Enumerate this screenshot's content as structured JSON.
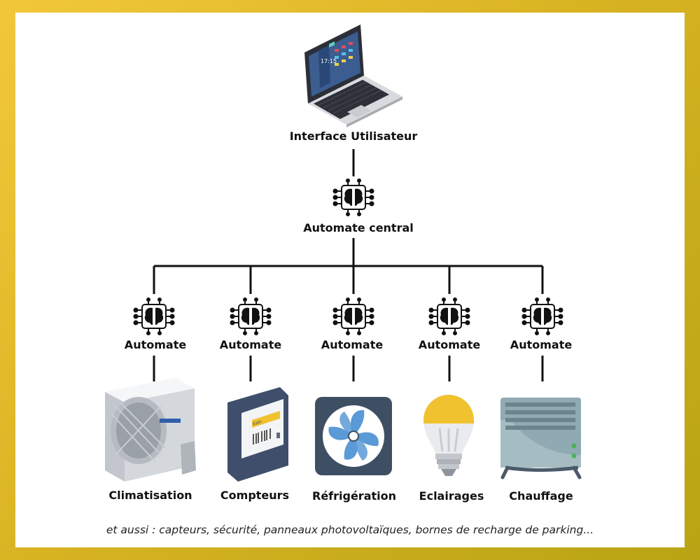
{
  "labels": {
    "interface": "Interface Utilisateur",
    "central": "Automate central",
    "automates": [
      "Automate",
      "Automate",
      "Automate",
      "Automate",
      "Automate"
    ],
    "devices": [
      "Climatisation",
      "Compteurs",
      "Réfrigération",
      "Eclairages",
      "Chauffage"
    ]
  },
  "footer": "et aussi : capteurs, sécurité, panneaux photovoltaïques, bornes de recharge de parking...",
  "meter_label": "KWh",
  "laptop_time": "17:15",
  "colors": {
    "frame": "#d9b423",
    "line": "#111111",
    "bulb": "#f0c230",
    "fan_bg": "#3f4f63",
    "fan_blade": "#5a9ad6",
    "heater": "#8faab3"
  },
  "icons": {
    "laptop": "laptop-icon",
    "automate": "chip-brain-icon",
    "ac": "air-conditioner-icon",
    "meter": "electric-meter-icon",
    "fan": "fan-icon",
    "bulb": "light-bulb-icon",
    "heater": "radiator-icon"
  }
}
